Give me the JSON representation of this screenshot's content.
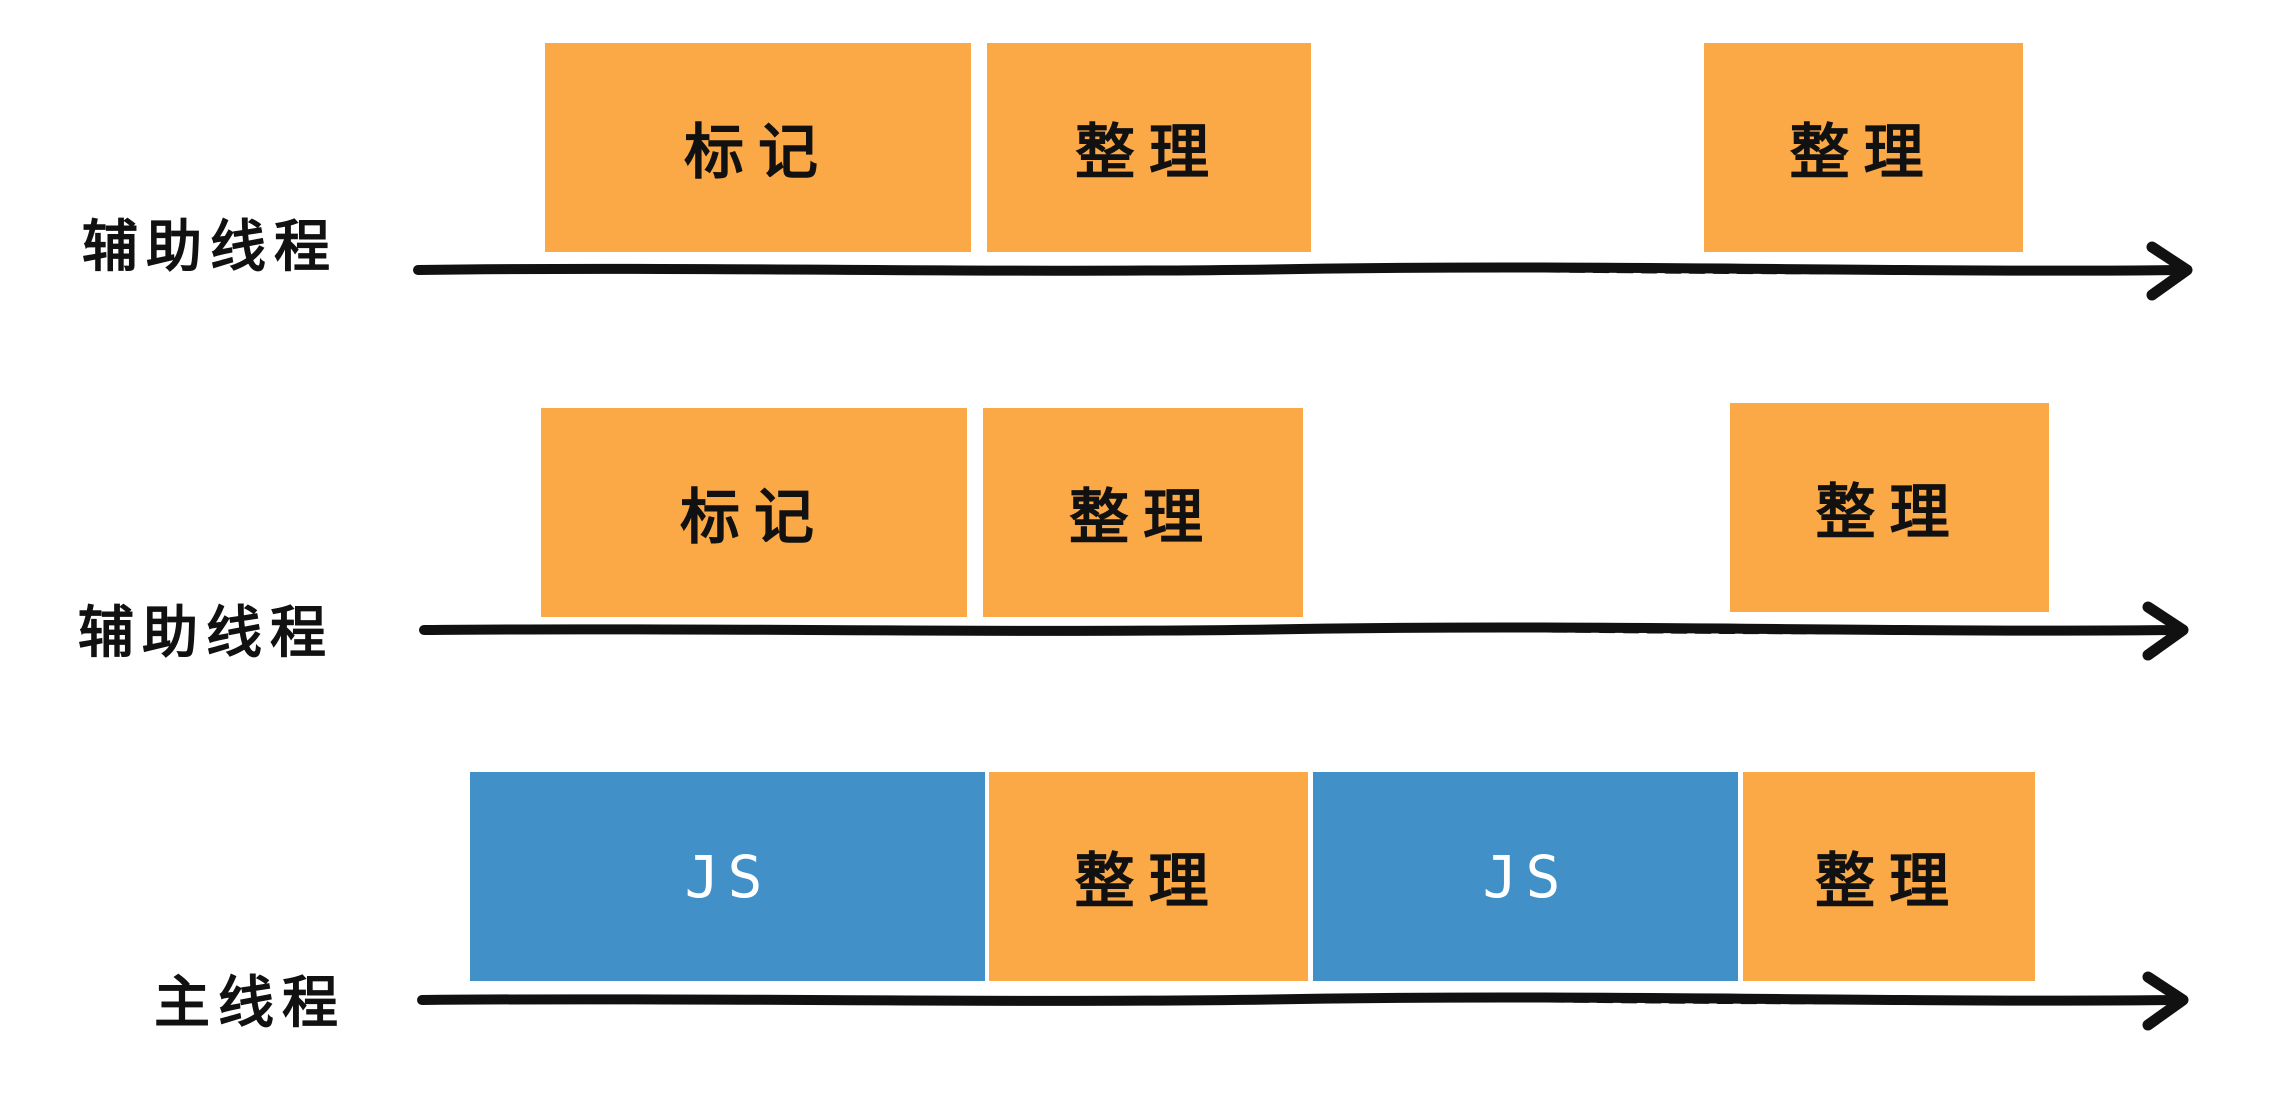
{
  "colors": {
    "gc_block": "#fba847",
    "js_block": "#4190c7",
    "axis": "#111111",
    "background": "#ffffff"
  },
  "lanes": [
    {
      "label": "辅助线程",
      "blocks": [
        {
          "label": "标记",
          "kind": "gc"
        },
        {
          "label": "整理",
          "kind": "gc"
        },
        {
          "label": "整理",
          "kind": "gc"
        }
      ]
    },
    {
      "label": "辅助线程",
      "blocks": [
        {
          "label": "标记",
          "kind": "gc"
        },
        {
          "label": "整理",
          "kind": "gc"
        },
        {
          "label": "整理",
          "kind": "gc"
        }
      ]
    },
    {
      "label": "主线程",
      "blocks": [
        {
          "label": "JS",
          "kind": "js"
        },
        {
          "label": "整理",
          "kind": "gc"
        },
        {
          "label": "JS",
          "kind": "js"
        },
        {
          "label": "整理",
          "kind": "gc"
        }
      ]
    }
  ]
}
